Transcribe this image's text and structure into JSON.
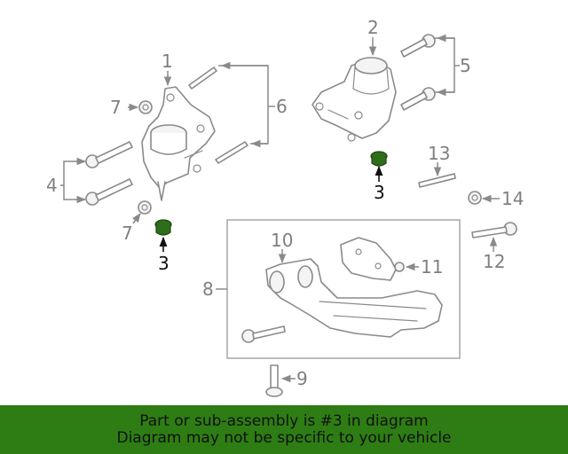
{
  "diagram": {
    "callouts": {
      "c1": "1",
      "c2": "2",
      "c3a": "3",
      "c3b": "3",
      "c4": "4",
      "c5": "5",
      "c6": "6",
      "c7a": "7",
      "c7b": "7",
      "c8": "8",
      "c9": "9",
      "c10": "10",
      "c11": "11",
      "c12": "12",
      "c13": "13",
      "c14": "14"
    },
    "highlight_part": "3",
    "colors": {
      "highlight_part": "#2e6e1a",
      "line": "#8a8a8a",
      "label": "#7f7f7f"
    }
  },
  "banner": {
    "line1": "Part or sub-assembly is #3 in diagram",
    "line2": "Diagram may not be specific to your vehicle",
    "background": "#2e7d14"
  }
}
